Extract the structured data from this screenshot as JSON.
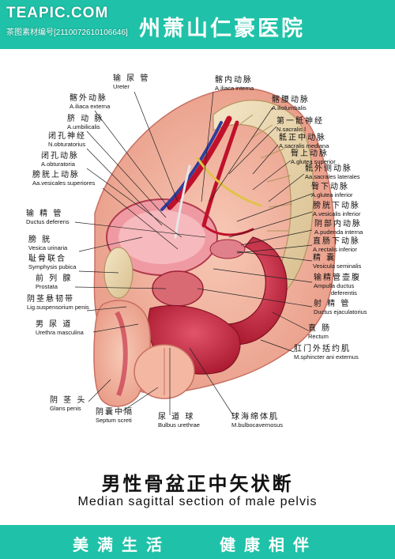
{
  "header": {
    "logo": "TEAPIC.COM",
    "watermark": "茶图素材编号[2110072610106646]",
    "hospital": "州萧山仁豪医院"
  },
  "labels": {
    "ureter_cn": "输 尿 管",
    "ureter_en": "Ureter",
    "ext_iliac_cn": "髂外动脉",
    "ext_iliac_en": "A.iliaca  externa",
    "int_iliac_cn": "髂内动脉",
    "int_iliac_en": "A.iliaca  interna",
    "iliolumbar_cn": "髂腰动脉",
    "iliolumbar_en": "A.iliolumbalis",
    "umbilical_cn": "脐 动 脉",
    "umbilical_en": "A.umbilicalis",
    "sacral1_cn": "第一骶神经",
    "sacral1_en": "N.sacralis  Ⅰ",
    "obt_nerve_cn": "闭孔神经",
    "obt_nerve_en": "N.obturatorius",
    "median_sacral_cn": "骶正中动脉",
    "median_sacral_en": "A.sacralis  mediana",
    "obt_artery_cn": "闭孔动脉",
    "obt_artery_en": "A.obturatoria",
    "sup_gluteal_cn": "臀上动脉",
    "sup_gluteal_en": "A.glutea  superior",
    "sup_vesical_cn": "膀胱上动脉",
    "sup_vesical_en": "Aa.vesicales  superiores",
    "lat_sacral_cn": "骶外侧动脉",
    "lat_sacral_en": "Aa.sacrales  laterales",
    "inf_gluteal_cn": "臀下动脉",
    "inf_gluteal_en": "A.glutea  inferior",
    "ductus_cn": "输 精 管",
    "ductus_en": "Ductus  deferens",
    "inf_vesical_cn": "膀胱下动脉",
    "inf_vesical_en": "A.vesicalis  inferior",
    "bladder_cn": "膀  胱",
    "bladder_en": "Vesica  urinaria",
    "pudendal_cn": "阴部内动脉",
    "pudendal_en": "A.pudenda  interna",
    "symphysis_cn": "耻骨联合",
    "symphysis_en": "Symphysis  pubica",
    "rectal_cn": "直肠下动脉",
    "rectal_en": "A.rectalis  inferior",
    "prostate_cn": "前 列 腺",
    "prostate_en": "Prostata",
    "seminal_cn": "精  囊",
    "seminal_en": "Vesicula  seminalis",
    "susp_lig_cn": "阴茎悬韧带",
    "susp_lig_en": "Lig.suspensorium  penis",
    "ampulla_cn": "输精管壶腹",
    "ampulla_en": "Ampulla  ductus",
    "ampulla_en2": "deferentis",
    "urethra_cn": "男 尿 道",
    "urethra_en": "Urethra  masculina",
    "ejac_cn": "射 精 管",
    "ejac_en": "Ductus  ejaculatorius",
    "rectum_cn": "直  肠",
    "rectum_en": "Rectum",
    "sphincter_cn": "肛门外括约肌",
    "sphincter_en": "M.sphincter  ani  externus",
    "glans_cn": "阴 茎 头",
    "glans_en": "Glans  penis",
    "septum_cn": "阴囊中隔",
    "septum_en": "Septum  screti",
    "bulbus_cn": "尿 道 球",
    "bulbus_en": "Bulbus  urethrae",
    "bulbocav_cn": "球海绵体肌",
    "bulbocav_en": "M.bulbocavernosus"
  },
  "title": {
    "cn": "男性骨盆正中矢状断",
    "en": "Median  sagittal  section  of  male  pelvis"
  },
  "footer": {
    "left": "美满生活",
    "right": "健康相伴"
  },
  "colors": {
    "header_bg": "#1fc2a8",
    "footer_bg": "#1fc2a8"
  }
}
